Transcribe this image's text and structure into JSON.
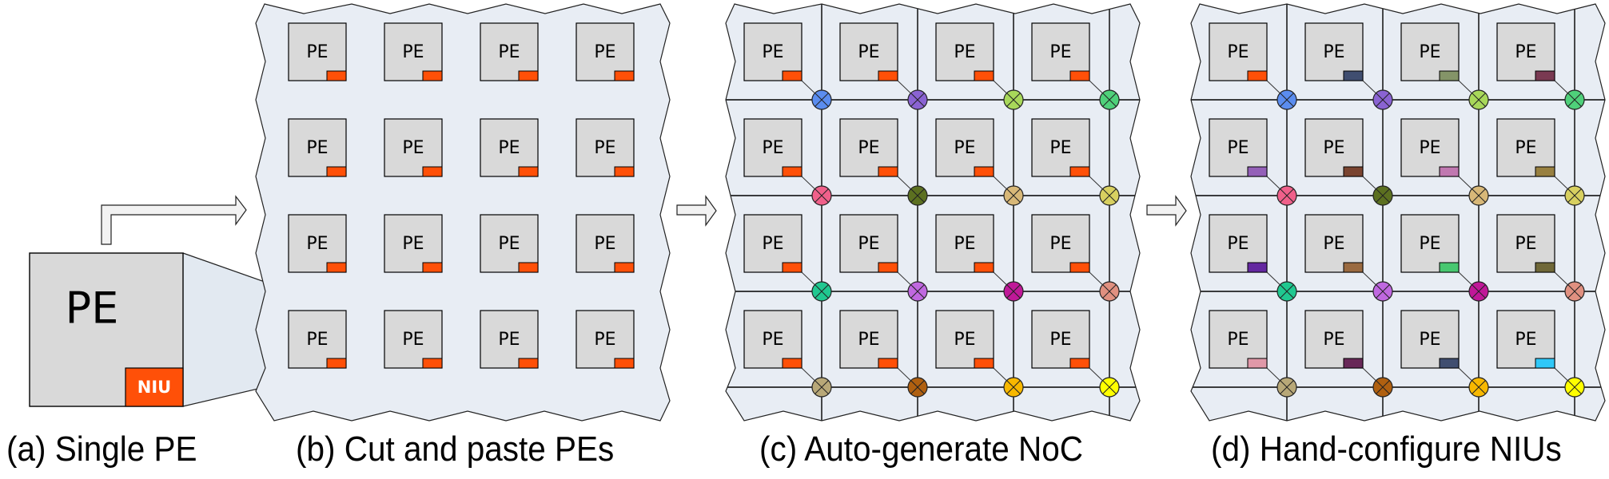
{
  "figure": {
    "captions": {
      "a": "(a) Single PE",
      "b": "(b) Cut and paste PEs",
      "c": "(c) Auto-generate NoC",
      "d": "(d) Hand-configure NIUs"
    },
    "pe_label": "PE",
    "niu_label": "NIU",
    "grid": {
      "rows": 4,
      "cols": 4
    },
    "colors": {
      "panel_fill": "#e8edf4",
      "zoom_fill": "#dde5ee",
      "pe_fill": "#d9d9d9",
      "default_niu": "#ff5008",
      "arrow_fill": "#f2f2f2",
      "line": "#000000"
    },
    "router_colors": [
      [
        "#5b8def",
        "#8a63d2",
        "#a8d85a",
        "#4fd07a"
      ],
      [
        "#f0608a",
        "#5c7020",
        "#d8b878",
        "#d8d060"
      ],
      [
        "#20c890",
        "#c068e0",
        "#c01898",
        "#e09080"
      ],
      [
        "#b8a878",
        "#b06010",
        "#f8b800",
        "#ffff00"
      ]
    ],
    "niu_colors_configured": [
      [
        "#ff5008",
        "#404e70",
        "#849468",
        "#7a3a52"
      ],
      [
        "#9460b8",
        "#7a4430",
        "#c078b0",
        "#988040"
      ],
      [
        "#6428a0",
        "#9a6a40",
        "#48c870",
        "#706838"
      ],
      [
        "#e098a8",
        "#682858",
        "#404e70",
        "#30c8f8"
      ]
    ]
  }
}
